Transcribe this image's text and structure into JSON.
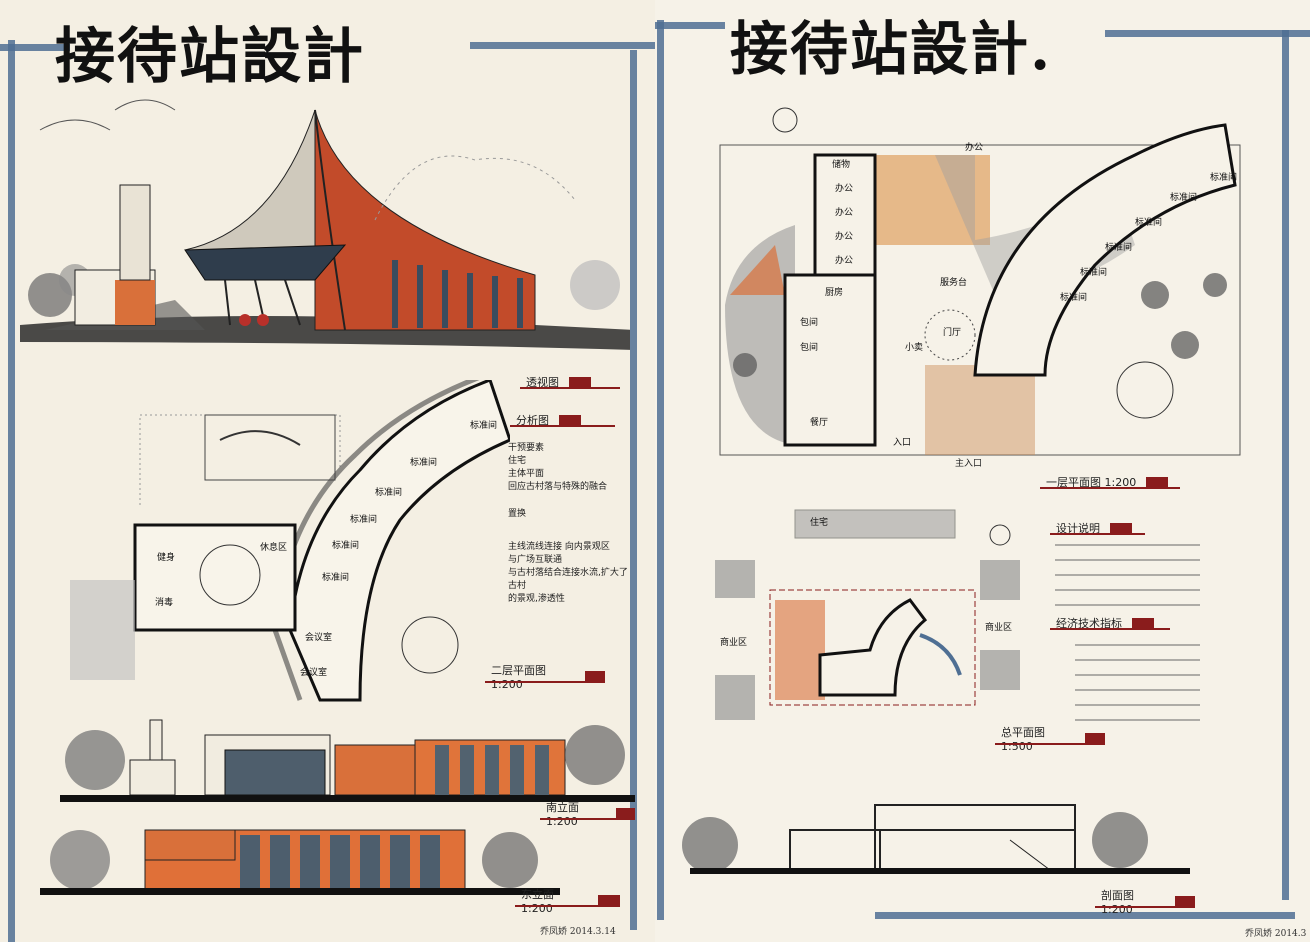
{
  "left": {
    "title": "接待站設計",
    "labels": {
      "perspective": "透视图",
      "analysis": "分析图",
      "second_floor": "二层平面图 1:200",
      "south_elev": "南立面 1:200",
      "east_elev": "东立面 1:200"
    },
    "notes": [
      "干预要素",
      "住宅",
      "主体平面",
      "回应古村落与特殊的融合",
      "置换",
      "主线流线连接 向内景观区",
      "与广场互联通",
      "与古村落结合连接水流,扩大了古村",
      "的景观,渗透性"
    ],
    "rooms": [
      "标准间",
      "标准间",
      "标准间",
      "标准间",
      "标准间",
      "标准间",
      "会议室",
      "会议室",
      "健身",
      "消毒",
      "休息区"
    ],
    "signature": "乔凤娇  2014.3.14"
  },
  "right": {
    "title": "接待站設計.",
    "labels": {
      "first_floor": "一层平面图 1:200",
      "design_desc": "设计说明",
      "tech_index": "经济技术指标",
      "site_plan": "总平面图 1:500",
      "section": "剖面图 1:200"
    },
    "rooms": [
      "储物",
      "办公",
      "办公",
      "办公",
      "办公",
      "厨房",
      "包间",
      "包间",
      "餐厅",
      "小卖",
      "服务台",
      "门厅",
      "标准间",
      "标准间",
      "标准间",
      "标准间",
      "标准间",
      "标准间",
      "办公",
      "入口"
    ],
    "site_text": [
      "住宅",
      "商业区",
      "商业区"
    ],
    "entrance": "主入口",
    "signature": "乔凤娇 2014.3"
  },
  "colors": {
    "frame": "#4f6f93",
    "accent": "#8a1c1c",
    "orange": "#d9703a",
    "dark": "#1a1a1a"
  }
}
